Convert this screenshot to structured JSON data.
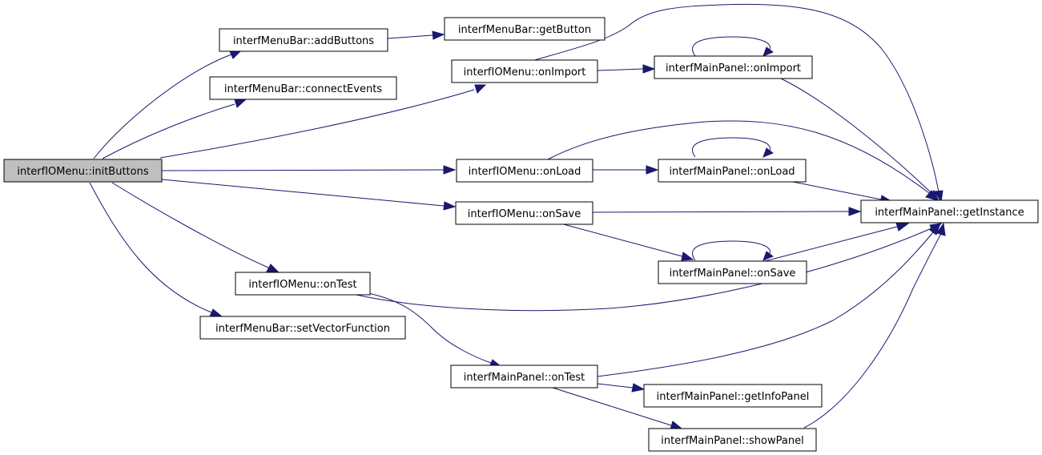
{
  "graph": {
    "edge_color": "#191970",
    "root_fill": "#bfbfbf",
    "nodes": {
      "init_buttons": "interfIOMenu::initButtons",
      "add_buttons": "interfMenuBar::addButtons",
      "get_button": "interfMenuBar::getButton",
      "connect_events": "interfMenuBar::connectEvents",
      "io_on_import": "interfIOMenu::onImport",
      "main_on_import": "interfMainPanel::onImport",
      "io_on_load": "interfIOMenu::onLoad",
      "main_on_load": "interfMainPanel::onLoad",
      "io_on_save": "interfIOMenu::onSave",
      "get_instance": "interfMainPanel::getInstance",
      "main_on_save": "interfMainPanel::onSave",
      "io_on_test": "interfIOMenu::onTest",
      "set_vector_function": "interfMenuBar::setVectorFunction",
      "main_on_test": "interfMainPanel::onTest",
      "get_info_panel": "interfMainPanel::getInfoPanel",
      "show_panel": "interfMainPanel::showPanel"
    },
    "edges": [
      [
        "init_buttons",
        "add_buttons"
      ],
      [
        "init_buttons",
        "connect_events"
      ],
      [
        "init_buttons",
        "io_on_import"
      ],
      [
        "init_buttons",
        "io_on_load"
      ],
      [
        "init_buttons",
        "io_on_save"
      ],
      [
        "init_buttons",
        "io_on_test"
      ],
      [
        "init_buttons",
        "set_vector_function"
      ],
      [
        "add_buttons",
        "get_button"
      ],
      [
        "io_on_import",
        "get_instance"
      ],
      [
        "io_on_import",
        "main_on_import"
      ],
      [
        "main_on_import",
        "main_on_import"
      ],
      [
        "main_on_import",
        "get_instance"
      ],
      [
        "io_on_load",
        "get_instance"
      ],
      [
        "io_on_load",
        "main_on_load"
      ],
      [
        "main_on_load",
        "main_on_load"
      ],
      [
        "main_on_load",
        "get_instance"
      ],
      [
        "io_on_save",
        "get_instance"
      ],
      [
        "io_on_save",
        "main_on_save"
      ],
      [
        "main_on_save",
        "main_on_save"
      ],
      [
        "main_on_save",
        "get_instance"
      ],
      [
        "io_on_test",
        "get_instance"
      ],
      [
        "io_on_test",
        "main_on_test"
      ],
      [
        "main_on_test",
        "get_instance"
      ],
      [
        "main_on_test",
        "get_info_panel"
      ],
      [
        "main_on_test",
        "show_panel"
      ],
      [
        "show_panel",
        "get_instance"
      ]
    ]
  }
}
